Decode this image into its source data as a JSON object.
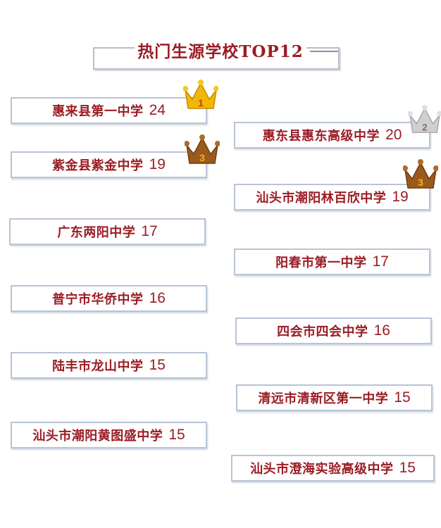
{
  "title": "热门生源学校TOP12",
  "schools": [
    {
      "name": "惠来县第一中学",
      "count": "24",
      "rank_badge": "1",
      "badge_color": "#f2b705"
    },
    {
      "name": "惠东县惠东高级中学",
      "count": "20",
      "rank_badge": "2",
      "badge_color": "#bdbdbd"
    },
    {
      "name": "紫金县紫金中学",
      "count": "19",
      "rank_badge": "3",
      "badge_color": "#9a5a1c"
    },
    {
      "name": "汕头市潮阳林百欣中学",
      "count": "19",
      "rank_badge": "3",
      "badge_color": "#9a5a1c"
    },
    {
      "name": "广东两阳中学",
      "count": "17"
    },
    {
      "name": "阳春市第一中学",
      "count": "17"
    },
    {
      "name": "普宁市华侨中学",
      "count": "16"
    },
    {
      "name": "四会市四会中学",
      "count": "16"
    },
    {
      "name": "陆丰市龙山中学",
      "count": "15"
    },
    {
      "name": "清远市清新区第一中学",
      "count": "15"
    },
    {
      "name": "汕头市潮阳黄图盛中学",
      "count": "15"
    },
    {
      "name": "汕头市澄海实验高级中学",
      "count": "15"
    }
  ],
  "icons": {
    "crown": "crown-icon"
  },
  "colors": {
    "text": "#9b1c24",
    "border": "#b9c4d6"
  }
}
